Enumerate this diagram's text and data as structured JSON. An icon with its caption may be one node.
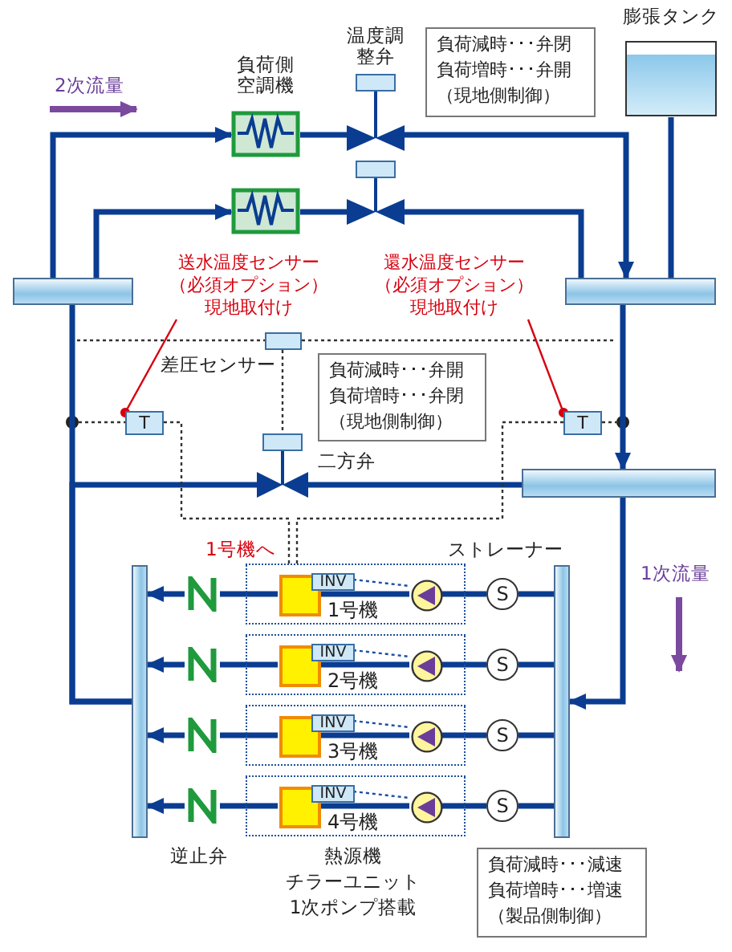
{
  "diagram": {
    "nodes": [
      {
        "text": [
          "負荷側空調機"
        ]
      },
      {
        "text": [
          "温度調整弁"
        ]
      },
      {
        "text": [
          "負荷減時･･･弁閉",
          "負荷増時･･･弁開",
          "（現地側制御）"
        ]
      },
      {
        "text": [
          "膨張タンク"
        ]
      },
      {
        "text": [],
        "shape": "box"
      },
      {
        "text": [],
        "shape": "valve"
      },
      {
        "text": [],
        "shape": "bar"
      },
      {
        "text": [],
        "shape": "bar"
      },
      {
        "text": [
          "送水温度センサー（必須オプション）現地取付け"
        ]
      },
      {
        "text": [
          "還水温度センサー（必須オプション）現地取付け"
        ]
      },
      {
        "text": [],
        "shape": "box",
        "beside": [
          "差圧センサー"
        ]
      },
      {
        "text": [
          "負荷減時･･･弁開",
          "負荷増時･･･弁閉",
          "（現地側制御）"
        ]
      },
      {
        "text": [
          "T"
        ]
      },
      {
        "text": [
          "T"
        ]
      },
      {
        "text": [],
        "shape": "valve",
        "beside": [
          "二方弁"
        ]
      },
      {
        "text": [],
        "shape": "bar"
      },
      {
        "text": [],
        "shape": "bar"
      },
      {
        "text": [],
        "shape": "bar"
      },
      {
        "text": [
          "1号機"
        ]
      },
      {
        "text": [],
        "shape": "box",
        "in": 18
      },
      {
        "text": [
          "INV"
        ],
        "in": 18
      },
      {
        "text": [],
        "shape": "circle",
        "in": 18
      },
      {
        "text": [
          "S"
        ]
      },
      {
        "text": [],
        "shape": "valve"
      },
      {
        "text": [
          "2号機"
        ]
      },
      {
        "text": [],
        "shape": "box",
        "in": 24
      },
      {
        "text": [
          "INV"
        ],
        "in": 24
      },
      {
        "text": [],
        "shape": "circle",
        "in": 24
      },
      {
        "text": [
          "S"
        ]
      },
      {
        "text": [],
        "shape": "valve"
      },
      {
        "text": [
          "3号機"
        ]
      },
      {
        "text": [],
        "shape": "box",
        "in": 30
      },
      {
        "text": [
          "INV"
        ],
        "in": 30
      },
      {
        "text": [],
        "shape": "circle",
        "in": 30
      },
      {
        "text": [
          "S"
        ]
      },
      {
        "text": [],
        "shape": "valve"
      },
      {
        "text": [
          "4号機"
        ]
      },
      {
        "text": [],
        "shape": "box",
        "in": 36
      },
      {
        "text": [
          "INV"
        ],
        "in": 36
      },
      {
        "text": [],
        "shape": "circle",
        "in": 36
      },
      {
        "text": [
          "S"
        ]
      },
      {
        "text": [],
        "shape": "valve"
      },
      {
        "text": [
          "負荷減時･･･減速",
          "負荷増時･･･増速",
          "（製品側制御）"
        ]
      }
    ],
    "edges": [
      {
        "from": 6,
        "to": 0,
        "arrow": "to"
      },
      {
        "from": 0,
        "to": 1,
        "arrow": "none"
      },
      {
        "from": 1,
        "to": 7,
        "arrow": "to"
      },
      {
        "from": 6,
        "to": 4,
        "arrow": "to"
      },
      {
        "from": 4,
        "to": 5,
        "arrow": "none"
      },
      {
        "from": 5,
        "to": 7,
        "arrow": "none"
      },
      {
        "from": 3,
        "to": 7,
        "arrow": "none"
      },
      {
        "from": 16,
        "to": 6,
        "arrow": "none"
      },
      {
        "from": 16,
        "to": 14,
        "arrow": "none"
      },
      {
        "from": 15,
        "to": 14,
        "arrow": "none"
      },
      {
        "from": 7,
        "to": 15,
        "arrow": "to"
      },
      {
        "from": 15,
        "to": 17,
        "arrow": "to"
      },
      {
        "from": 8,
        "to": 12,
        "arrow": "other",
        "color": "#d7000f"
      },
      {
        "from": 9,
        "to": 13,
        "arrow": "other",
        "color": "#d7000f"
      },
      {
        "from": 10,
        "to": 14,
        "arrow": "none",
        "style": "dashed",
        "color": "#333333"
      },
      {
        "from": 12,
        "to": 18,
        "arrow": "none",
        "style": "dashed",
        "color": "#333333"
      },
      {
        "from": 13,
        "to": 18,
        "arrow": "none",
        "style": "dashed",
        "color": "#333333"
      },
      {
        "from": 17,
        "to": 22,
        "arrow": "none"
      },
      {
        "from": 22,
        "to": 21,
        "arrow": "none"
      },
      {
        "from": 21,
        "to": 19,
        "arrow": "none"
      },
      {
        "from": 19,
        "to": 23,
        "arrow": "none"
      },
      {
        "from": 23,
        "to": 16,
        "arrow": "to"
      },
      {
        "from": 20,
        "to": 21,
        "arrow": "none",
        "style": "dashed",
        "color": "#1a4fa0"
      },
      {
        "from": 17,
        "to": 28,
        "arrow": "none"
      },
      {
        "from": 28,
        "to": 27,
        "arrow": "none"
      },
      {
        "from": 27,
        "to": 25,
        "arrow": "none"
      },
      {
        "from": 25,
        "to": 29,
        "arrow": "none"
      },
      {
        "from": 29,
        "to": 16,
        "arrow": "to"
      },
      {
        "from": 26,
        "to": 27,
        "arrow": "none",
        "style": "dashed",
        "color": "#1a4fa0"
      },
      {
        "from": 17,
        "to": 34,
        "arrow": "none"
      },
      {
        "from": 34,
        "to": 33,
        "arrow": "none"
      },
      {
        "from": 33,
        "to": 31,
        "arrow": "none"
      },
      {
        "from": 31,
        "to": 35,
        "arrow": "none"
      },
      {
        "from": 35,
        "to": 16,
        "arrow": "to"
      },
      {
        "from": 32,
        "to": 33,
        "arrow": "none",
        "style": "dashed",
        "color": "#1a4fa0"
      },
      {
        "from": 17,
        "to": 40,
        "arrow": "none"
      },
      {
        "from": 40,
        "to": 39,
        "arrow": "none"
      },
      {
        "from": 39,
        "to": 37,
        "arrow": "none"
      },
      {
        "from": 37,
        "to": 41,
        "arrow": "none"
      },
      {
        "from": 41,
        "to": 16,
        "arrow": "to"
      },
      {
        "from": 38,
        "to": 39,
        "arrow": "none",
        "style": "dashed",
        "color": "#1a4fa0"
      },
      {
        "from": null,
        "to": 12,
        "arrow": "none",
        "style": "dashed",
        "color": "#333333"
      },
      {
        "from": null,
        "to": 13,
        "arrow": "none",
        "style": "dashed",
        "color": "#333333"
      }
    ],
    "labels": [
      "2次流量",
      "1号機へ",
      "ストレーナー",
      "1次流量",
      "逆止弁",
      "熱源機",
      "チラーユニット",
      "1次ポンプ搭載"
    ]
  }
}
